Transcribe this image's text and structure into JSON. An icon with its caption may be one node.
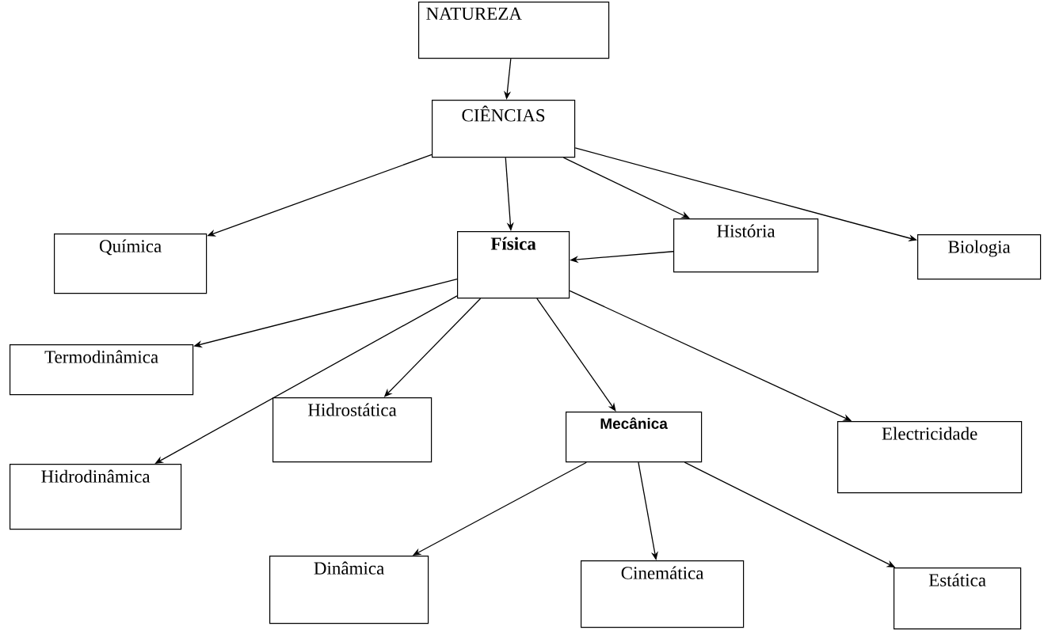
{
  "diagram": {
    "nodes": [
      {
        "text": [
          "NATUREZA"
        ]
      },
      {
        "text": [
          "CIÊNCIAS"
        ]
      },
      {
        "text": [
          "Química"
        ]
      },
      {
        "text": [
          "Física"
        ]
      },
      {
        "text": [
          "História"
        ]
      },
      {
        "text": [
          "Biologia"
        ]
      },
      {
        "text": [
          "Termodinâmica"
        ]
      },
      {
        "text": [
          "Hidrostática"
        ]
      },
      {
        "text": [
          "Mecânica"
        ]
      },
      {
        "text": [
          "Electricidade"
        ]
      },
      {
        "text": [
          "Hidrodinâmica"
        ]
      },
      {
        "text": [
          "Dinâmica"
        ]
      },
      {
        "text": [
          "Cinemática"
        ]
      },
      {
        "text": [
          "Estática"
        ]
      }
    ],
    "edges": [
      {
        "from": 0,
        "to": 1,
        "arrow": "to"
      },
      {
        "from": 1,
        "to": 2,
        "arrow": "to"
      },
      {
        "from": 1,
        "to": 3,
        "arrow": "to"
      },
      {
        "from": 1,
        "to": 4,
        "arrow": "to"
      },
      {
        "from": 1,
        "to": 5,
        "arrow": "to"
      },
      {
        "from": 4,
        "to": 3,
        "arrow": "to"
      },
      {
        "from": 3,
        "to": 6,
        "arrow": "to"
      },
      {
        "from": 3,
        "to": 10,
        "arrow": "to"
      },
      {
        "from": 3,
        "to": 7,
        "arrow": "to"
      },
      {
        "from": 3,
        "to": 8,
        "arrow": "to"
      },
      {
        "from": 3,
        "to": 9,
        "arrow": "to"
      },
      {
        "from": 8,
        "to": 11,
        "arrow": "to"
      },
      {
        "from": 8,
        "to": 12,
        "arrow": "to"
      },
      {
        "from": 8,
        "to": 13,
        "arrow": "to"
      }
    ]
  }
}
